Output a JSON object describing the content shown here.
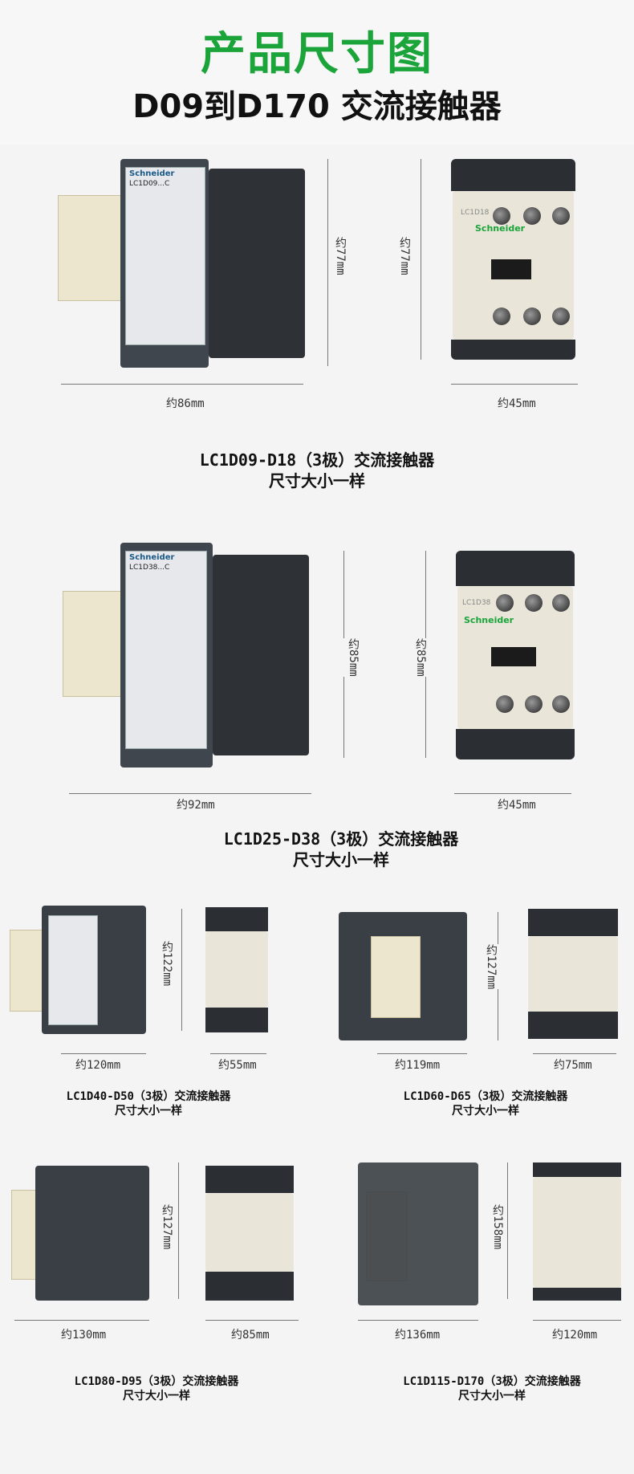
{
  "header": {
    "title": "产品尺寸图",
    "subtitle": "D09到D170 交流接触器"
  },
  "groups": [
    {
      "caption1": "LC1D09-D18（3极）交流接触器",
      "caption2": "尺寸大小一样",
      "width": "约86mm",
      "height": "约77mm",
      "depth_height": "约77mm",
      "depth": "约45mm",
      "plate_label": "LC1D09...C",
      "front_label": "LC1D18"
    },
    {
      "caption1": "LC1D25-D38（3极）交流接触器",
      "caption2": "尺寸大小一样",
      "width": "约92mm",
      "height": "约85mm",
      "depth_height": "约85mm",
      "depth": "约45mm",
      "plate_label": "LC1D38...C",
      "front_label": "LC1D38"
    },
    {
      "caption1": "LC1D40-D50（3极）交流接触器",
      "caption2": "尺寸大小一样",
      "width": "约120mm",
      "height": "约122mm",
      "depth": "约55mm"
    },
    {
      "caption1": "LC1D60-D65（3极）交流接触器",
      "caption2": "尺寸大小一样",
      "width": "约119mm",
      "height": "约127mm",
      "depth": "约75mm"
    },
    {
      "caption1": "LC1D80-D95（3极）交流接触器",
      "caption2": "尺寸大小一样",
      "width": "约130mm",
      "height": "约127mm",
      "depth": "约85mm"
    },
    {
      "caption1": "LC1D115-D170（3极）交流接触器",
      "caption2": "尺寸大小一样",
      "width": "约136mm",
      "height": "约158mm",
      "depth": "约120mm"
    }
  ],
  "brand": "Schneider"
}
